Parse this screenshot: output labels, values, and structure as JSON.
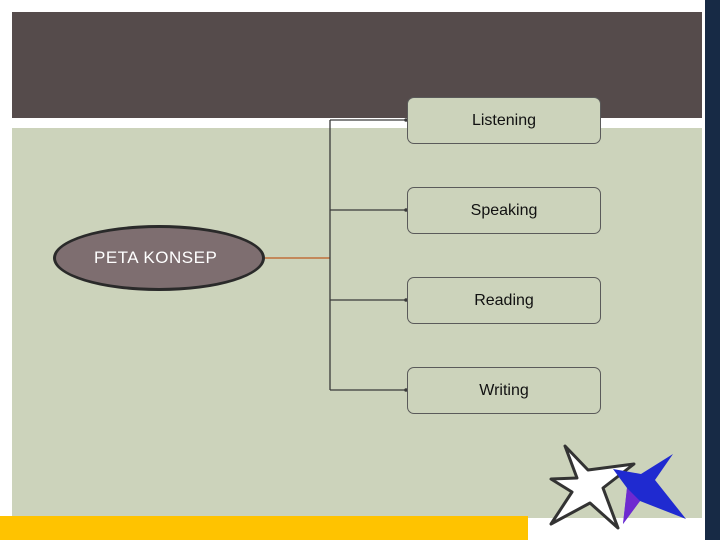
{
  "diagram": {
    "root": {
      "label": "PETA KONSEP"
    },
    "branches": [
      {
        "label": "Listening"
      },
      {
        "label": "Speaking"
      },
      {
        "label": "Reading"
      },
      {
        "label": "Writing"
      }
    ]
  },
  "colors": {
    "header": "#554b4b",
    "content_background": "#ccd3bb",
    "root_fill": "#7e6e70",
    "root_connector": "#c0703a",
    "accent_bar": "#ffc300",
    "side_bar": "#172a45",
    "star_fill": "#1f2ad0",
    "star_accent": "#8a2ad0"
  },
  "decorations": {
    "icon": "star-icon"
  }
}
